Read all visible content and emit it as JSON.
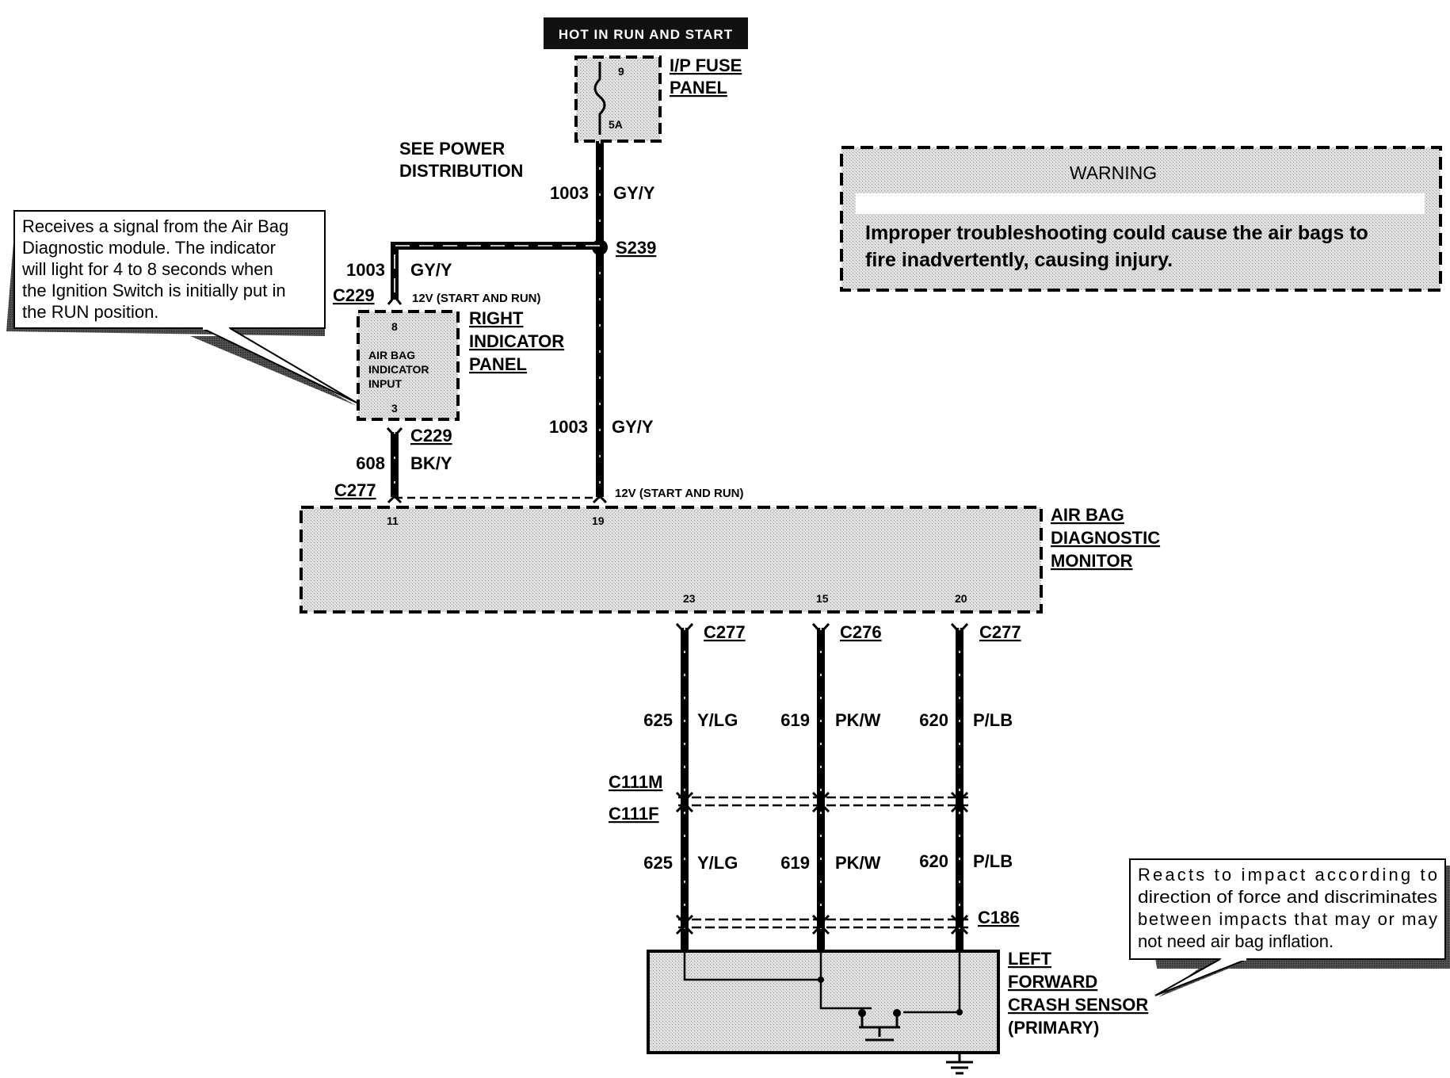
{
  "header": {
    "supply": "HOT IN RUN AND START"
  },
  "fuse_panel": {
    "label_line1": "I/P FUSE",
    "label_line2": "PANEL",
    "fuse_number": "9",
    "fuse_rating": "5A"
  },
  "see_power": {
    "line1": "SEE POWER",
    "line2": "DISTRIBUTION"
  },
  "wires": {
    "main_upper": {
      "circuit": "1003",
      "color": "GY/Y"
    },
    "branch": {
      "circuit": "1003",
      "color": "GY/Y"
    },
    "main_lower": {
      "circuit": "1003",
      "color": "GY/Y"
    },
    "indicator_out": {
      "circuit": "608",
      "color": "BK/Y"
    },
    "w625_upper": {
      "circuit": "625",
      "color": "Y/LG"
    },
    "w619_upper": {
      "circuit": "619",
      "color": "PK/W"
    },
    "w620_upper": {
      "circuit": "620",
      "color": "P/LB"
    },
    "w625_lower": {
      "circuit": "625",
      "color": "Y/LG"
    },
    "w619_lower": {
      "circuit": "619",
      "color": "PK/W"
    },
    "w620_lower": {
      "circuit": "620",
      "color": "P/LB"
    }
  },
  "splice": "S239",
  "connectors": {
    "c229_top": "C229",
    "c229_bottom": "C229",
    "c277_left": "C277",
    "c277_a": "C277",
    "c276": "C276",
    "c277_b": "C277",
    "c111m": "C111M",
    "c111f": "C111F",
    "c186": "C186"
  },
  "voltage_notes": {
    "indicator": "12V (START AND RUN)",
    "monitor": "12V (START AND RUN)"
  },
  "indicator_panel": {
    "label": [
      "RIGHT",
      "INDICATOR",
      "PANEL"
    ],
    "inner": [
      "AIR BAG",
      "INDICATOR",
      "INPUT"
    ],
    "pin_top": "8",
    "pin_bottom": "3"
  },
  "monitor": {
    "label": [
      "AIR BAG",
      "DIAGNOSTIC",
      "MONITOR"
    ],
    "pins": {
      "p11": "11",
      "p19": "19",
      "p23": "23",
      "p15": "15",
      "p20": "20"
    }
  },
  "sensor": {
    "label": [
      "LEFT",
      "FORWARD",
      "CRASH SENSOR"
    ],
    "sub": "(PRIMARY)"
  },
  "warning": {
    "title": "WARNING",
    "text": [
      "Improper troubleshooting could cause the air bags to",
      "fire inadvertently, causing injury."
    ]
  },
  "callout_indicator": {
    "lines": [
      "Receives a signal from the Air Bag",
      "Diagnostic module.  The indicator",
      "will light for 4 to 8 seconds when",
      "the Ignition Switch is initially put in",
      "the RUN position."
    ]
  },
  "callout_sensor": {
    "lines": [
      "Reacts to impact according to",
      "direction of force and discriminates",
      "between impacts that may or may",
      "not need air bag inflation."
    ]
  }
}
